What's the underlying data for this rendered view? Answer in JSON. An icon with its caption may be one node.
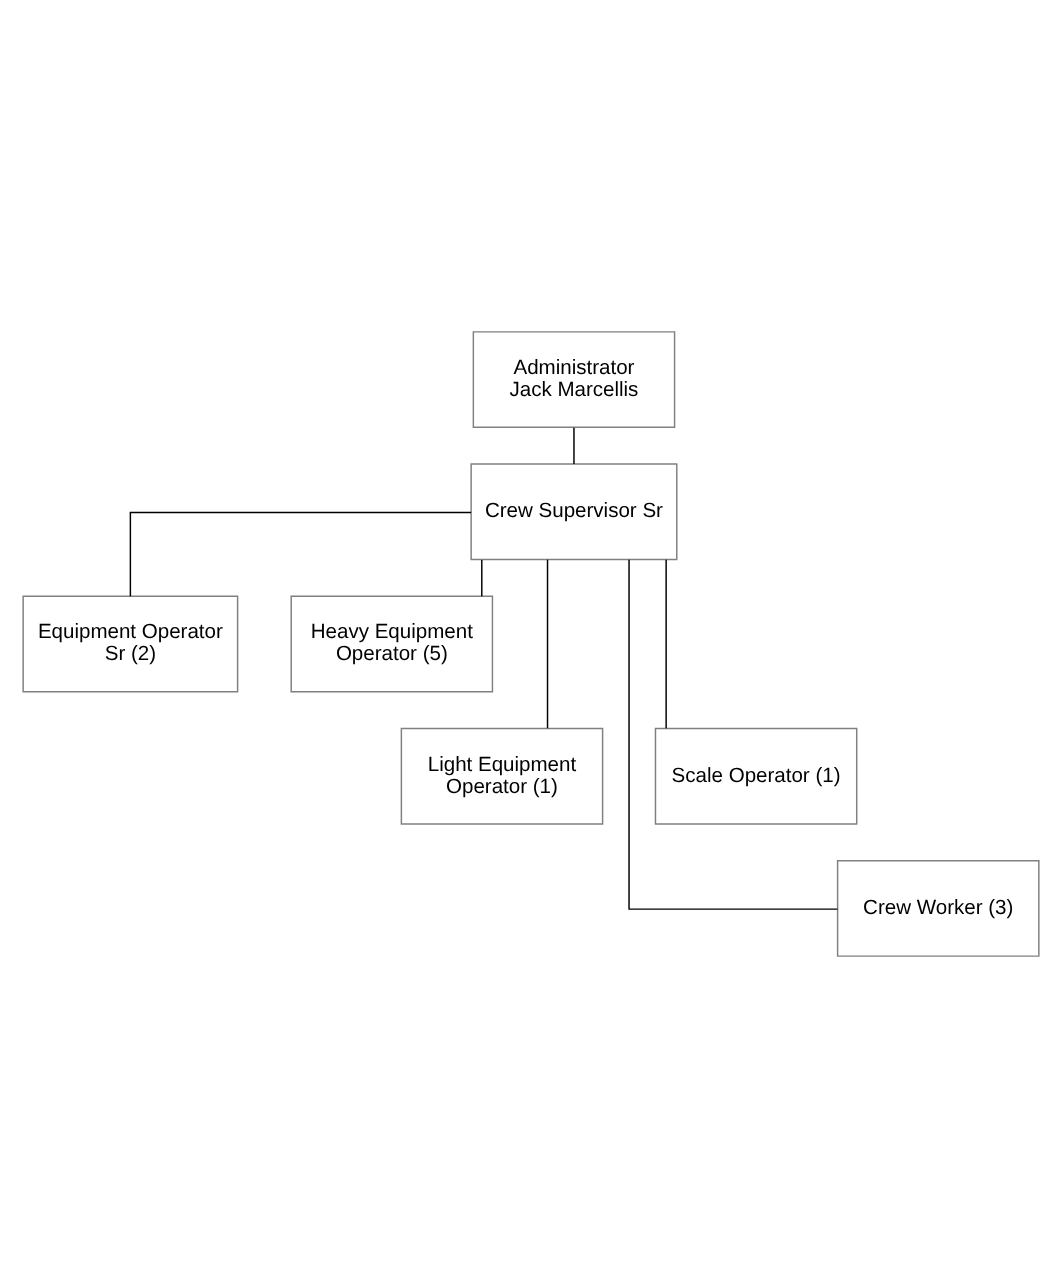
{
  "diagram": {
    "nodes": [
      {
        "text": [
          "Administrator",
          "Jack Marcellis"
        ]
      },
      {
        "text": [
          "Crew Supervisor Sr"
        ]
      },
      {
        "text": [
          "Equipment Operator Sr (2)"
        ]
      },
      {
        "text": [
          "Heavy Equipment Operator (5)"
        ]
      },
      {
        "text": [
          "Light Equipment Operator (1)"
        ]
      },
      {
        "text": [
          "Scale Operator (1)"
        ]
      },
      {
        "text": [
          "Crew Worker (3)"
        ]
      }
    ],
    "edges": [
      {
        "from": 0,
        "to": 1,
        "arrow": "none"
      },
      {
        "from": 1,
        "to": 2,
        "arrow": "none"
      },
      {
        "from": 1,
        "to": 3,
        "arrow": "none"
      },
      {
        "from": 1,
        "to": 4,
        "arrow": "none"
      },
      {
        "from": 1,
        "to": 5,
        "arrow": "none"
      },
      {
        "from": 1,
        "to": 6,
        "arrow": "none"
      }
    ]
  }
}
